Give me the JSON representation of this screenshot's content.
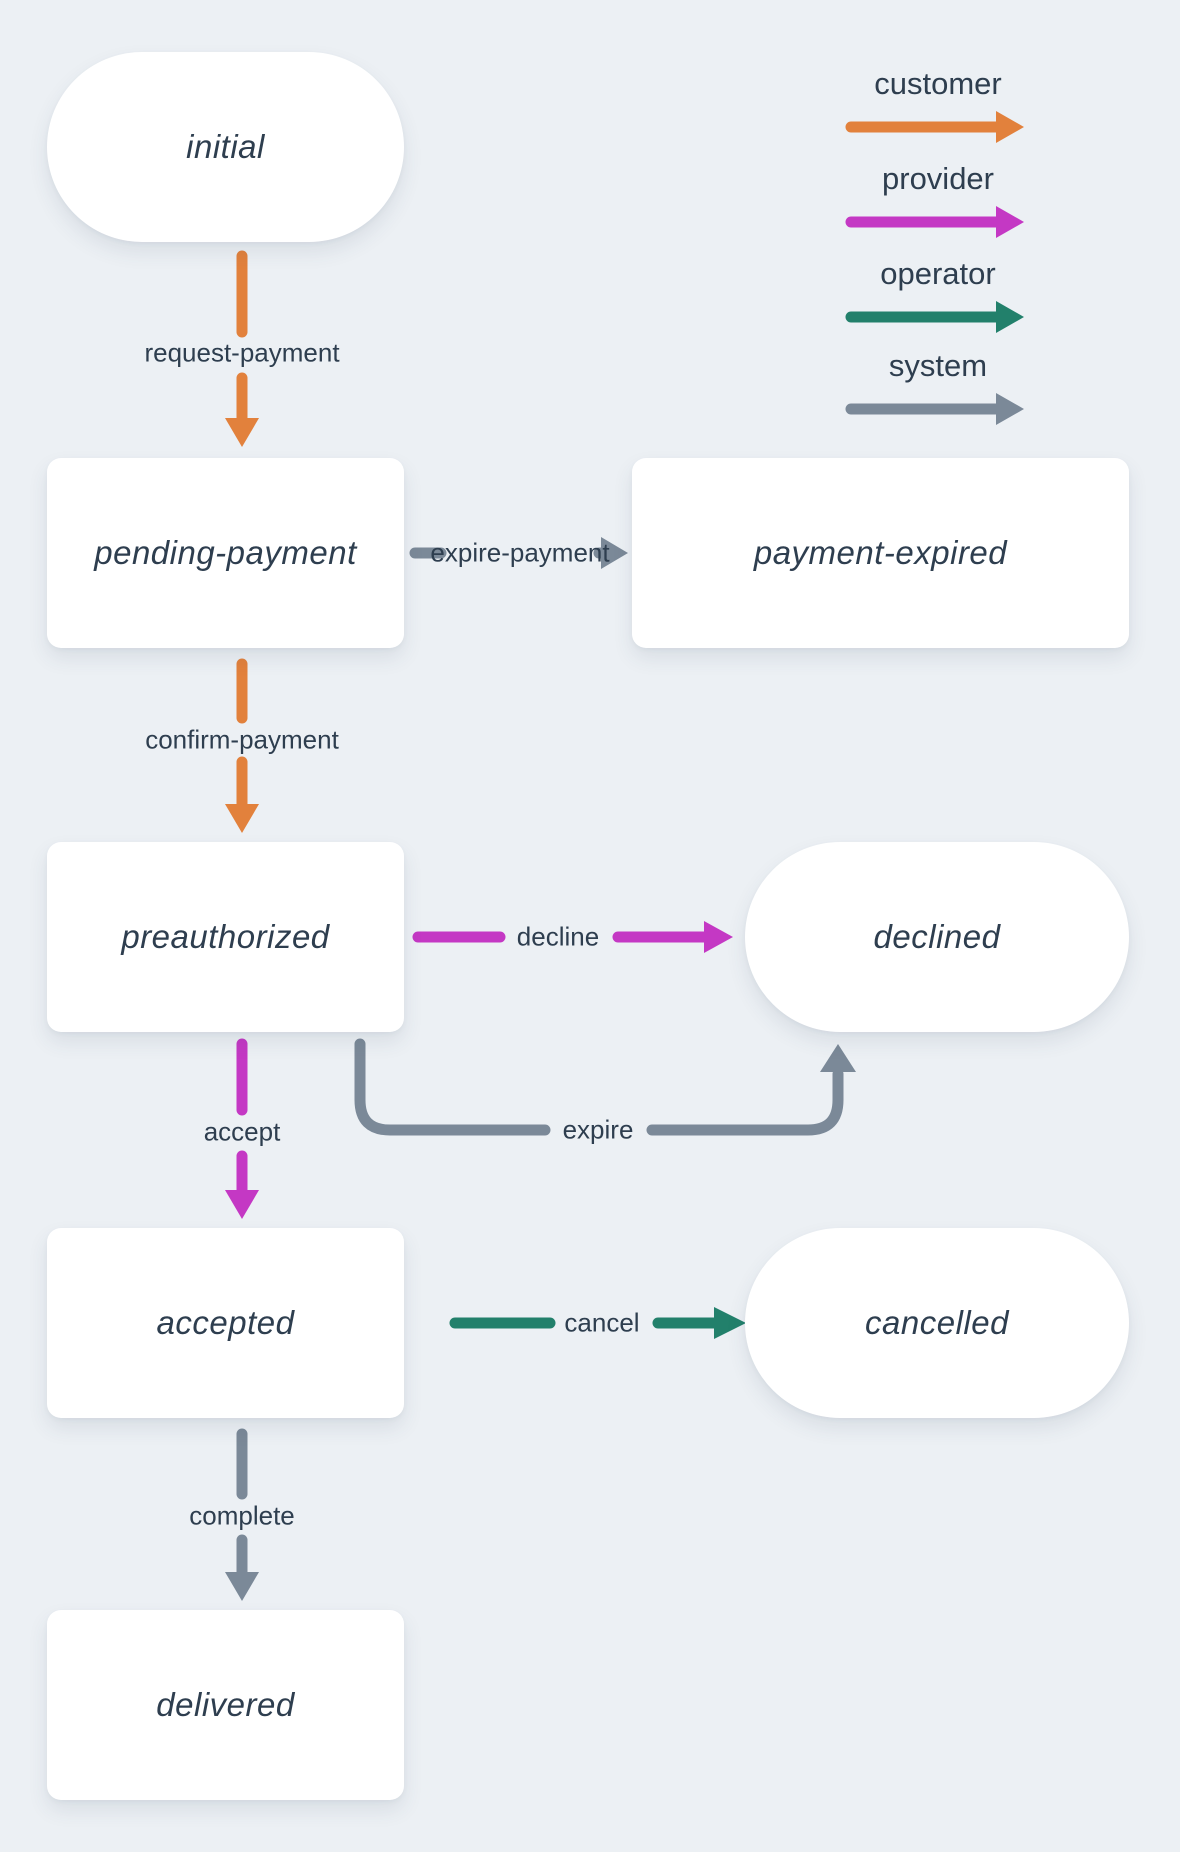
{
  "colors": {
    "background": "#ecf0f4",
    "text": "#2e3e4f",
    "state_fill": "#ffffff",
    "customer": "#e2813c",
    "provider": "#c438c4",
    "operator": "#22806b",
    "system": "#7b8998"
  },
  "diagram": {
    "states": [
      {
        "name": "initial",
        "shape": "stadium"
      },
      {
        "name": "pending-payment",
        "shape": "rect"
      },
      {
        "name": "payment-expired",
        "shape": "rect"
      },
      {
        "name": "preauthorized",
        "shape": "rect"
      },
      {
        "name": "declined",
        "shape": "stadium"
      },
      {
        "name": "accepted",
        "shape": "rect"
      },
      {
        "name": "cancelled",
        "shape": "stadium"
      },
      {
        "name": "delivered",
        "shape": "rect"
      }
    ],
    "transitions": [
      {
        "label": "request-payment",
        "actor": "customer",
        "from": "initial",
        "to": "pending-payment"
      },
      {
        "label": "expire-payment",
        "actor": "system",
        "from": "pending-payment",
        "to": "payment-expired"
      },
      {
        "label": "confirm-payment",
        "actor": "customer",
        "from": "pending-payment",
        "to": "preauthorized"
      },
      {
        "label": "decline",
        "actor": "provider",
        "from": "preauthorized",
        "to": "declined"
      },
      {
        "label": "expire",
        "actor": "system",
        "from": "preauthorized",
        "to": "declined"
      },
      {
        "label": "accept",
        "actor": "provider",
        "from": "preauthorized",
        "to": "accepted"
      },
      {
        "label": "cancel",
        "actor": "operator",
        "from": "accepted",
        "to": "cancelled"
      },
      {
        "label": "complete",
        "actor": "system",
        "from": "accepted",
        "to": "delivered"
      }
    ],
    "legend": [
      {
        "label": "customer",
        "color": "#e2813c"
      },
      {
        "label": "provider",
        "color": "#c438c4"
      },
      {
        "label": "operator",
        "color": "#22806b"
      },
      {
        "label": "system",
        "color": "#7b8998"
      }
    ]
  }
}
